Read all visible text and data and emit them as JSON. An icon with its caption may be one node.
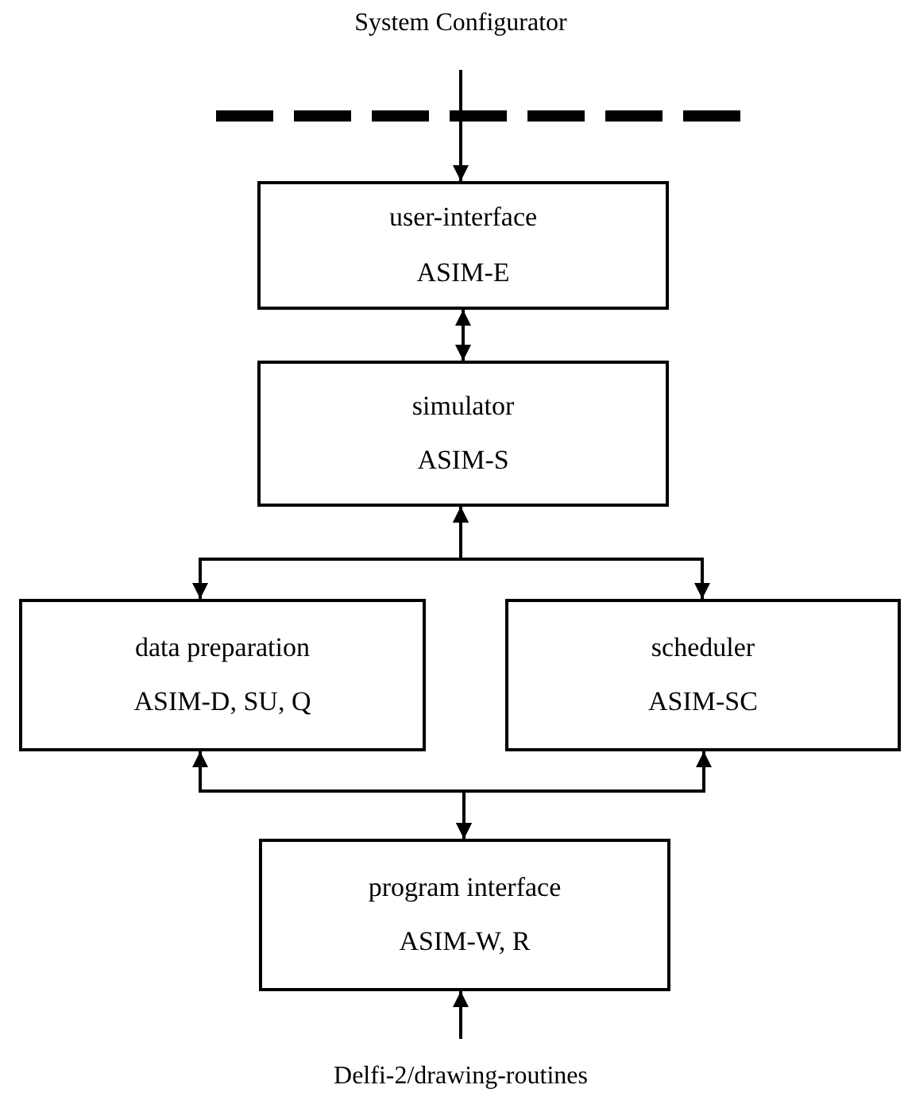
{
  "diagram": {
    "nodes": [
      {
        "text": [
          "System Configurator"
        ]
      },
      {
        "text": [
          "user-interface",
          "ASIM-E"
        ]
      },
      {
        "text": [
          "simulator",
          "ASIM-S"
        ]
      },
      {
        "text": [
          "data preparation",
          "ASIM-D, SU, Q"
        ]
      },
      {
        "text": [
          "scheduler",
          "ASIM-SC"
        ]
      },
      {
        "text": [
          "program interface",
          "ASIM-W, R"
        ]
      },
      {
        "text": [
          "Delfi-2/drawing-routines"
        ]
      }
    ],
    "edges": [
      {
        "from": 0,
        "to": 1,
        "arrow": "to"
      },
      {
        "from": 1,
        "to": 2,
        "arrow": "both"
      },
      {
        "from": 2,
        "to": 3,
        "arrow": "both"
      },
      {
        "from": 2,
        "to": 4,
        "arrow": "both"
      },
      {
        "from": 5,
        "to": 3,
        "arrow": "both"
      },
      {
        "from": 5,
        "to": 4,
        "arrow": "both"
      },
      {
        "from": 6,
        "to": 5,
        "arrow": "to"
      }
    ]
  }
}
